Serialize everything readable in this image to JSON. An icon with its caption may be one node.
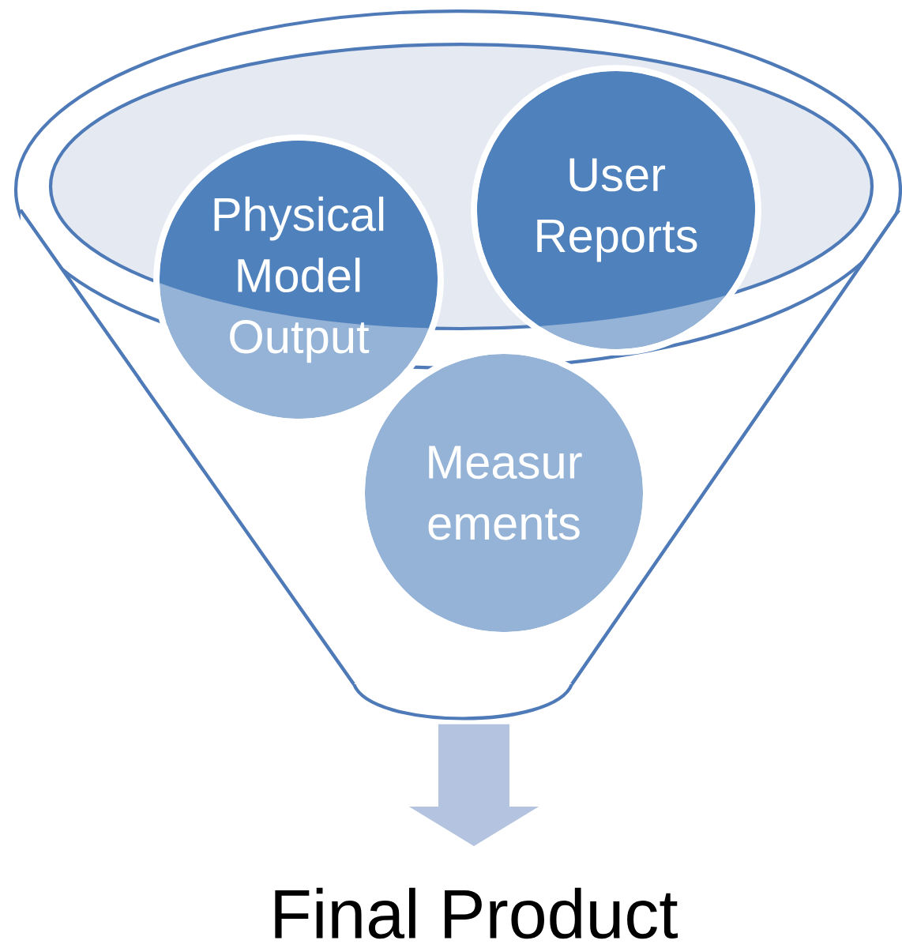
{
  "diagram": {
    "nodes": [
      {
        "text": [],
        "shape": "funnel"
      },
      {
        "text": [
          "Physical Model Output"
        ]
      },
      {
        "text": [
          "User Reports"
        ]
      },
      {
        "text": [
          "Measur ements"
        ],
        "in": 0
      },
      {
        "text": [
          "Final Product"
        ]
      }
    ],
    "edges": [
      {
        "from": 0,
        "to": 4,
        "arrow": "to"
      }
    ]
  }
}
